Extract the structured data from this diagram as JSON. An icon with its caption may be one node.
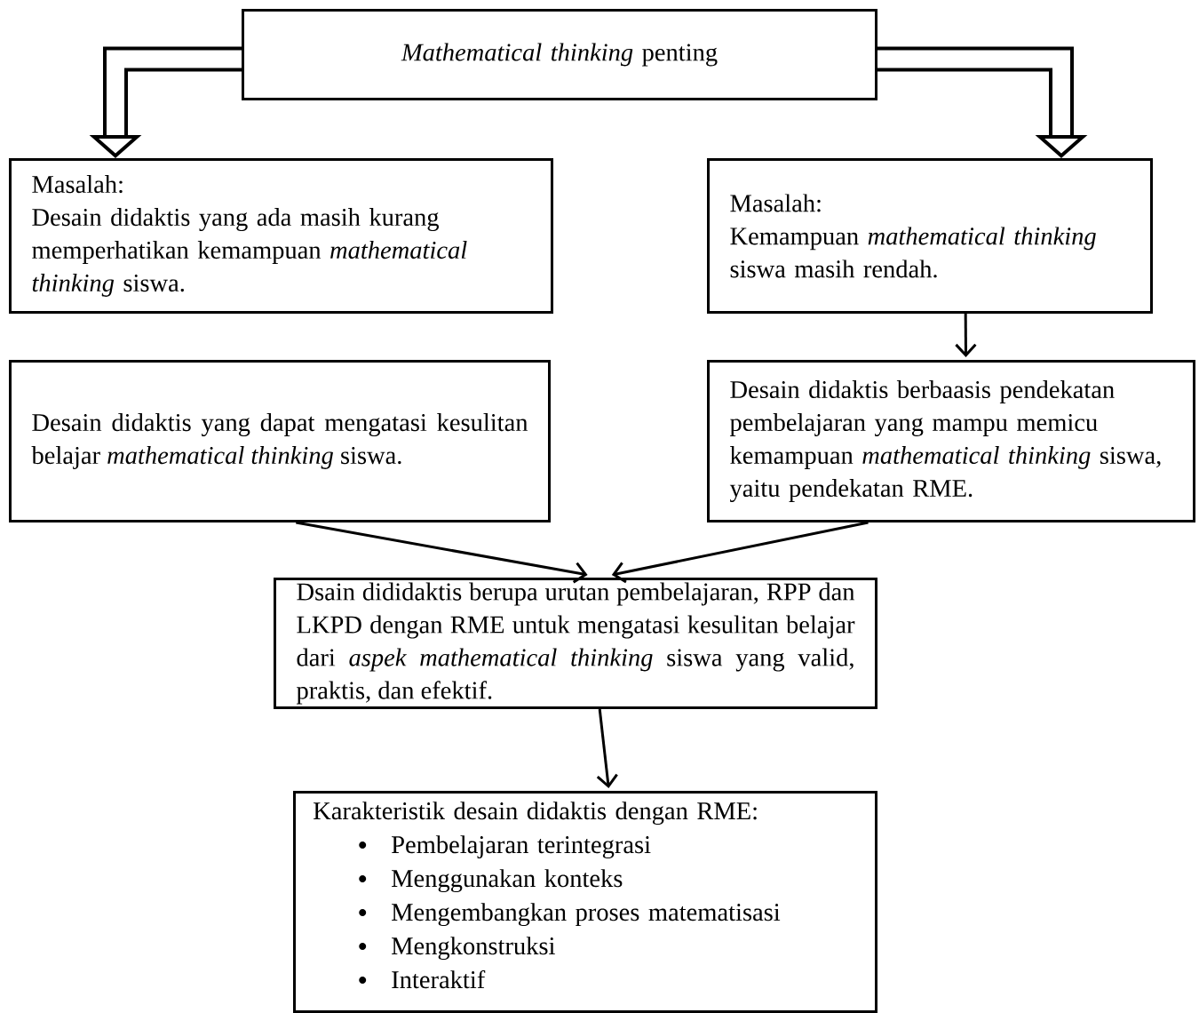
{
  "diagram": {
    "nodes": [
      {
        "text": [
          "*Mathematical thinking* penting"
        ]
      },
      {
        "text": [
          "Masalah:",
          "Desain didaktis yang ada masih kurang memperhatikan kemampuan *mathematical thinking* siswa."
        ]
      },
      {
        "text": [
          "Masalah:",
          "Kemampuan *mathematical thinking* siswa masih rendah."
        ]
      },
      {
        "text": [
          "Desain didaktis yang dapat mengatasi kesulitan belajar *mathematical thinking* siswa."
        ]
      },
      {
        "text": [
          "Desain didaktis berbaasis pendekatan pembelajaran yang mampu memicu kemampuan *mathematical thinking* siswa, yaitu pendekatan RME."
        ]
      },
      {
        "text": [
          "Dsain dididaktis berupa urutan pembelajaran, RPP dan LKPD dengan RME untuk mengatasi kesulitan belajar dari *aspek mathematical thinking* siswa yang valid, praktis, dan efektif."
        ]
      },
      {
        "text": [
          "Karakteristik desain didaktis dengan RME:",
          "Pembelajaran terintegrasi",
          "Menggunakan konteks",
          "Mengembangkan proses matematisasi",
          "Mengkonstruksi",
          "Interaktif"
        ]
      }
    ],
    "edges": [
      {
        "from": 0,
        "to": 1,
        "arrow": "to",
        "style": "thick"
      },
      {
        "from": 0,
        "to": 2,
        "arrow": "to",
        "style": "thick"
      },
      {
        "from": 2,
        "to": 4,
        "arrow": "to"
      },
      {
        "from": 3,
        "to": 5,
        "arrow": "to"
      },
      {
        "from": 4,
        "to": 5,
        "arrow": "to"
      },
      {
        "from": 5,
        "to": 6,
        "arrow": "to"
      }
    ]
  }
}
